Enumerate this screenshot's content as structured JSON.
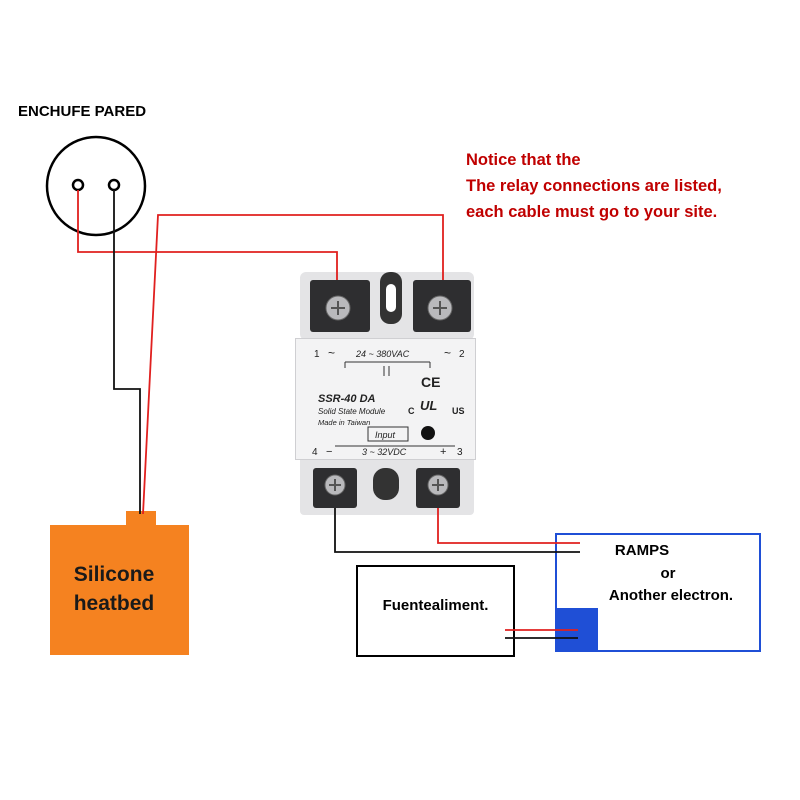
{
  "outlet": {
    "title": "ENCHUFE PARED"
  },
  "notice": {
    "line1": "Notice that the",
    "line2": "The relay connections are listed,",
    "line3": "each cable must go to your site."
  },
  "heatbed": {
    "line1": "Silicone",
    "line2": "heatbed"
  },
  "psu": {
    "label": "Fuentealiment."
  },
  "ramps": {
    "line1": "RAMPS",
    "line2": "or",
    "line3": "Another electron."
  },
  "relay": {
    "terminal_1": "1",
    "terminal_2": "2",
    "terminal_3": "3",
    "terminal_4": "4",
    "tilde": "~",
    "ac_range": "24 ~ 380VAC",
    "model": "SSR-40 DA",
    "subtitle": "Solid State Module",
    "origin": "Made in Taiwan",
    "input_label": "Input",
    "dc_range": "3 ~ 32VDC",
    "minus": "−",
    "plus": "+",
    "ce_mark": "CE",
    "ul_c": "C",
    "ul_us": "US",
    "ul_mark": "UL"
  },
  "colors": {
    "live_wire": "#e0201f",
    "neutral_wire": "#111111",
    "heatbed": "#f58220",
    "ramps_border": "#1f4fd6",
    "notice_text": "#c00000"
  }
}
